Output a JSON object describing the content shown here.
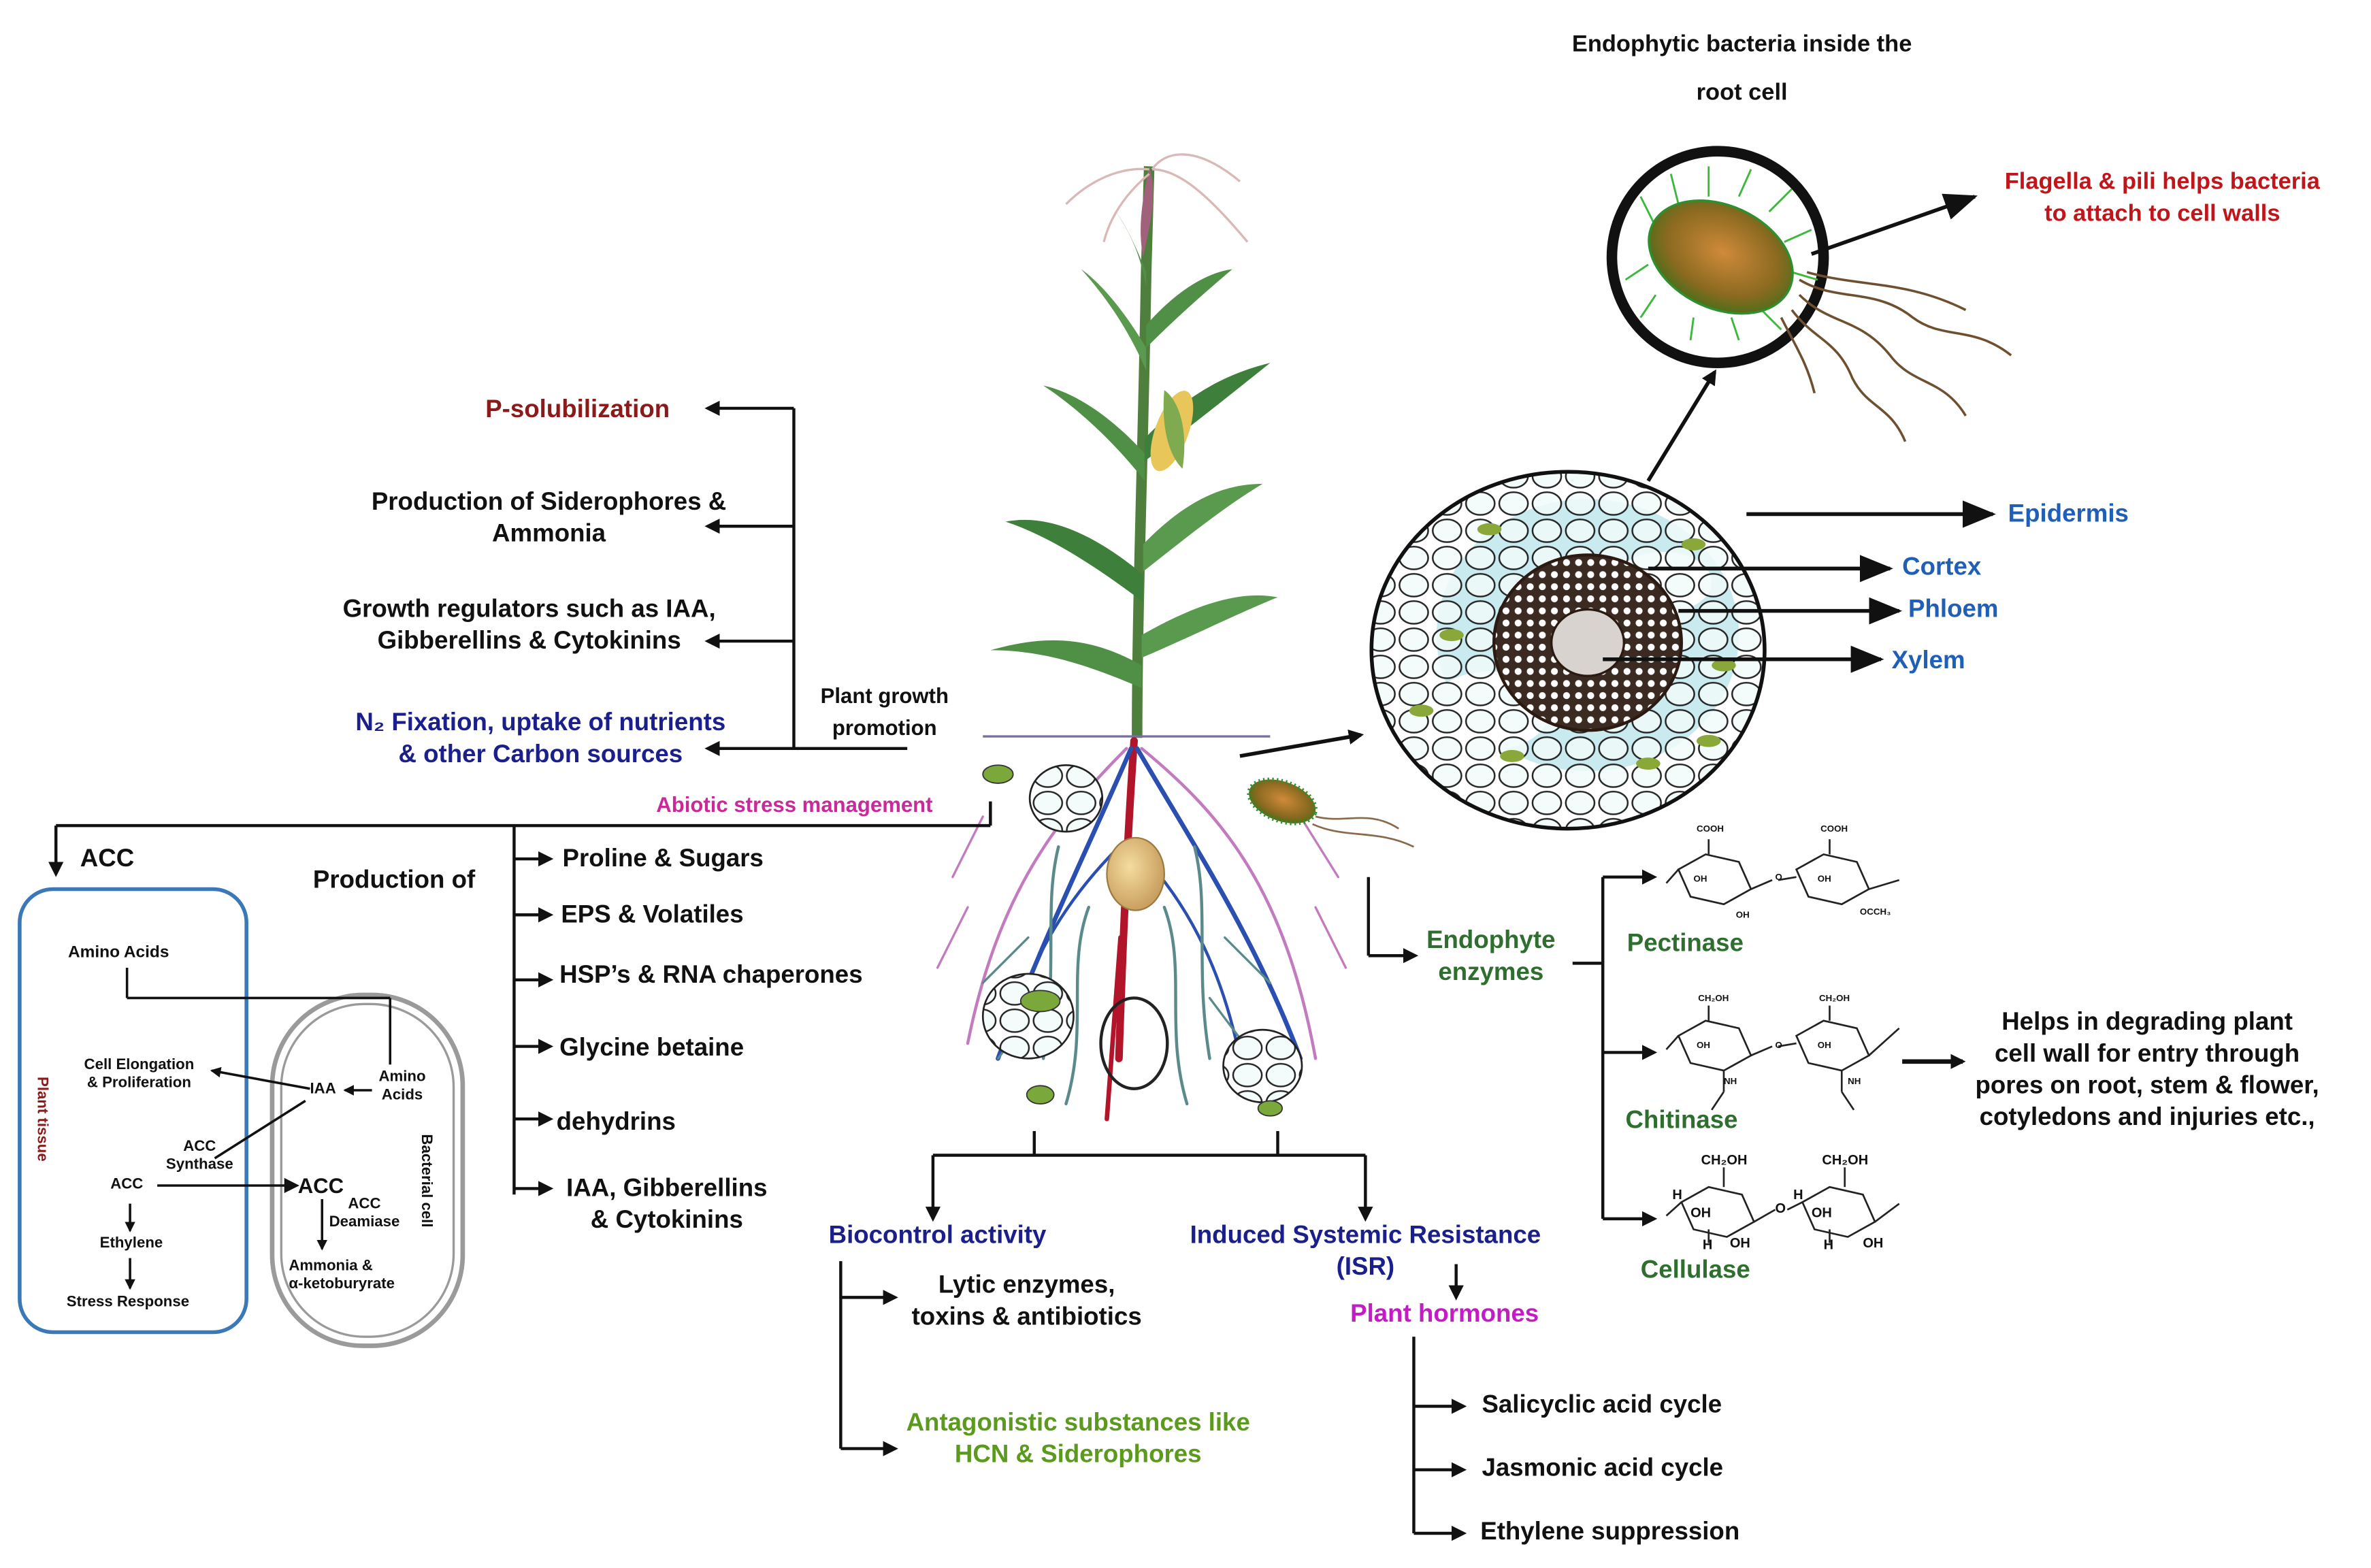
{
  "top": {
    "endophytic_title": "Endophytic bacteria inside the\nroot cell",
    "flagella": "Flagella & pili helps bacteria\nto attach to cell walls"
  },
  "growth": {
    "p_solubilization": "P-solubilization",
    "siderophores": "Production of Siderophores &\nAmmonia",
    "growth_regulators": "Growth regulators such as IAA,\nGibberellins & Cytokinins",
    "n2_fixation": "N₂ Fixation, uptake of nutrients\n& other Carbon sources",
    "plant_growth_promotion": "Plant growth\npromotion",
    "abiotic_stress": "Abiotic stress management"
  },
  "root_section": {
    "epidermis": "Epidermis",
    "cortex": "Cortex",
    "phloem": "Phloem",
    "xylem": "Xylem"
  },
  "acc_panel": {
    "acc_title": "ACC",
    "amino_acids": "Amino Acids",
    "plant_tissue": "Plant tissue",
    "cell_elongation": "Cell Elongation\n& Proliferation",
    "iaa": "IAA",
    "acc_synthase": "ACC\nSynthase",
    "acc_plant": "ACC",
    "ethylene": "Ethylene",
    "stress_response": "Stress Response",
    "bact_amino_acids": "Amino\nAcids",
    "bact_acc": "ACC",
    "acc_deamiase": "ACC\nDeamiase",
    "ammonia": "Ammonia &\nα-ketoburyrate",
    "bacterial_cell": "Bacterial cell"
  },
  "production": {
    "title": "Production of",
    "items": [
      "Proline & Sugars",
      "EPS & Volatiles",
      "HSP’s & RNA chaperones",
      "Glycine betaine",
      "dehydrins",
      "IAA, Gibberellins\n& Cytokinins"
    ]
  },
  "biocontrol": {
    "title": "Biocontrol activity",
    "lytic": "Lytic enzymes,\ntoxins & antibiotics",
    "antagonistic": "Antagonistic substances like\nHCN & Siderophores"
  },
  "isr": {
    "title": "Induced Systemic Resistance\n(ISR)",
    "plant_hormones": "Plant hormones",
    "items": [
      "Salicyclic acid cycle",
      "Jasmonic acid cycle",
      "Ethylene suppression"
    ]
  },
  "enzymes": {
    "title": "Endophyte\nenzymes",
    "pectinase": "Pectinase",
    "chitinase": "Chitinase",
    "cellulase": "Cellulase",
    "helps": "Helps in degrading plant\ncell wall for entry through\npores on root, stem & flower,\ncotyledons and injuries etc.,",
    "chem": {
      "cooh": "COOH",
      "oh": "OH",
      "o": "O",
      "h": "H",
      "ch2oh": "CH₂OH",
      "ococh3": "OCCH₃",
      "nh": "NH"
    }
  },
  "colors": {
    "dark": "#111111",
    "red": "#8b1a1a",
    "crimson": "#c0161b",
    "navy": "#1a1f8c",
    "blue": "#1f5fb8",
    "green": "#2e6e2e",
    "lightgreen": "#5c9a1e",
    "magenta": "#c41cc4",
    "pink": "#c82a9a",
    "plant_tissue_box": "#3a78b8",
    "bacterial_cell_box": "#9a9a9a"
  }
}
